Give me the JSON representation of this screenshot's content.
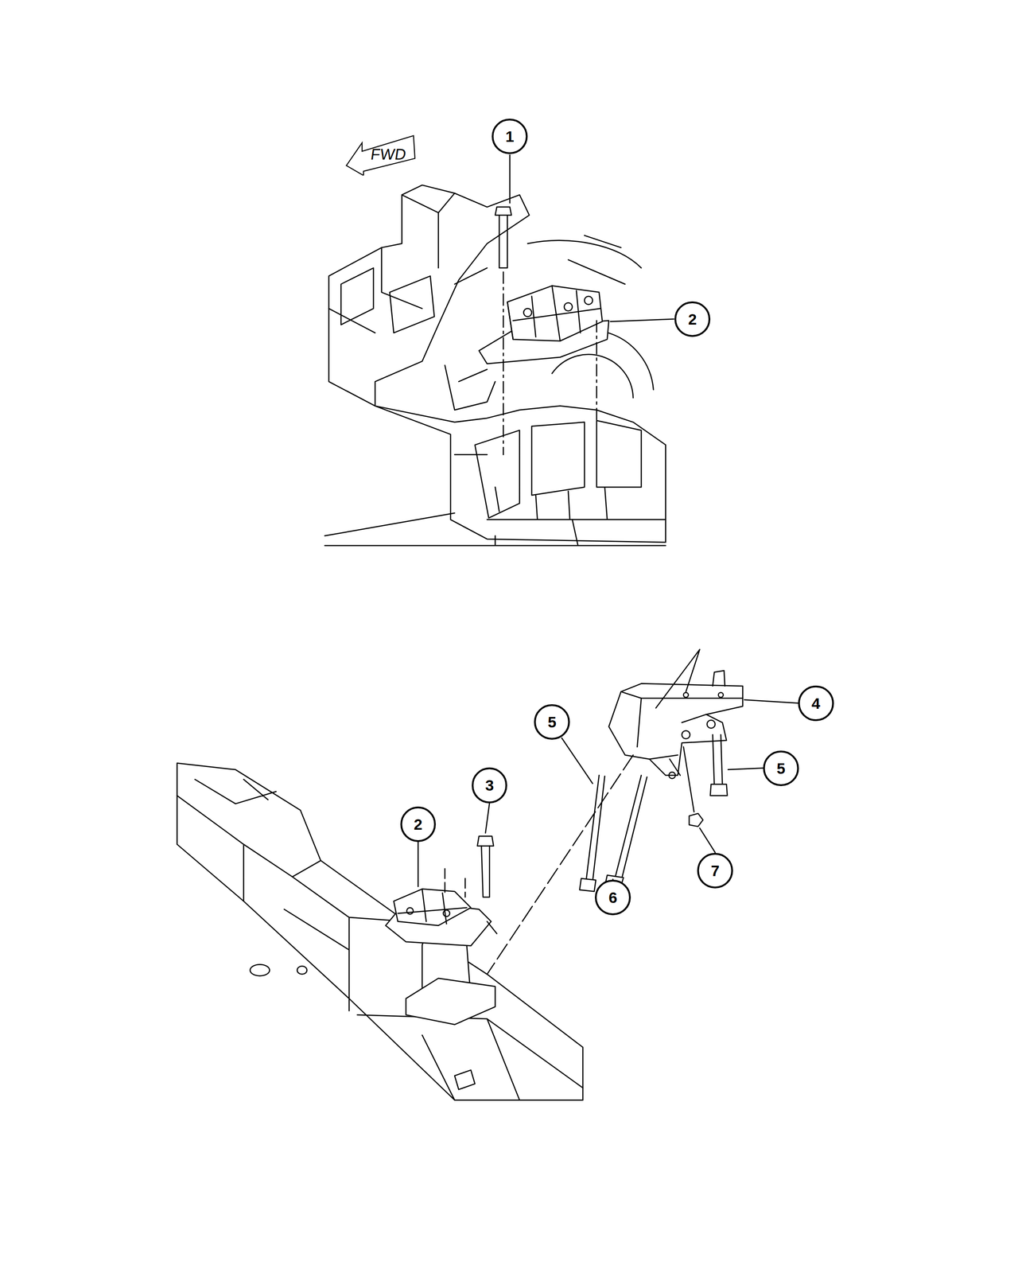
{
  "diagram": {
    "nodes": [
      {
        "text": [
          "FWD"
        ]
      },
      {
        "text": [
          "1"
        ]
      },
      {
        "text": [
          "2"
        ]
      },
      {
        "text": [
          "4"
        ]
      },
      {
        "text": [
          "5"
        ]
      },
      {
        "text": [
          "5"
        ]
      },
      {
        "text": [
          "3"
        ]
      },
      {
        "text": [
          "2"
        ]
      },
      {
        "text": [
          "7"
        ]
      },
      {
        "text": [
          "6"
        ]
      }
    ]
  }
}
